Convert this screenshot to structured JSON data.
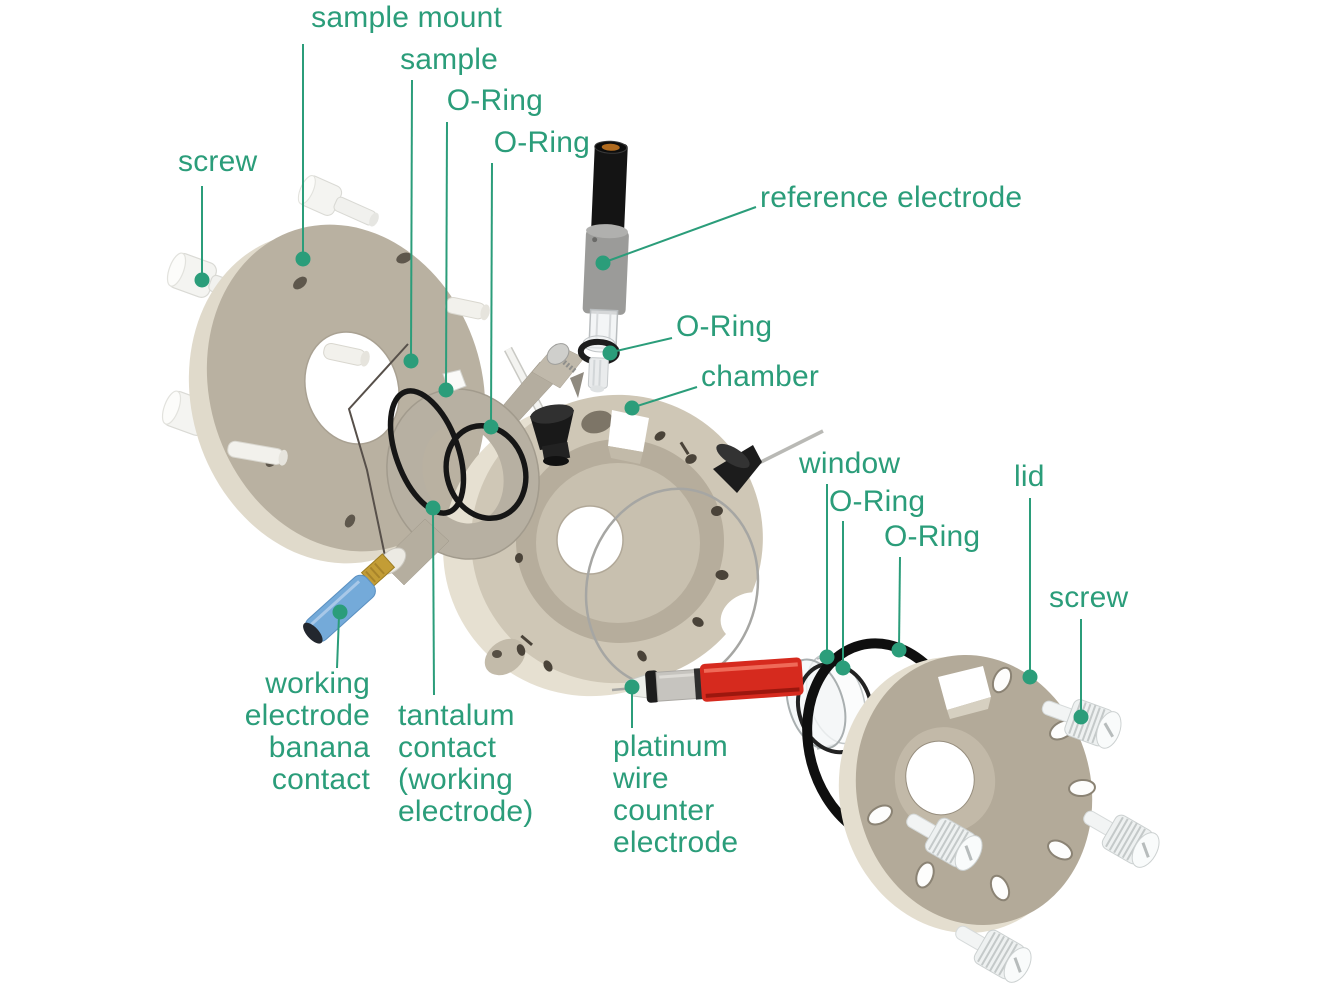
{
  "diagram": {
    "type": "exploded-assembly-diagram",
    "subject": "spectro-electrochemical cell parts"
  },
  "palette": {
    "accent_green": "#2B9D7A",
    "plastic_beige": "#CFC7B6",
    "plastic_beige_dark": "#B3AA99",
    "rim_light": "#E4DECF",
    "oring_black": "#161616",
    "banana_blue": "#74AAD9",
    "brass": "#C39D36",
    "wire_red": "#D62A1E",
    "glass_gray": "#C2C7C8",
    "nylon_white": "#F4F4F1"
  },
  "labels": {
    "sample_mount": "sample mount",
    "sample": "sample",
    "o_ring_1": "O-Ring",
    "o_ring_2": "O-Ring",
    "screw_left": "screw",
    "reference_electrode": "reference electrode",
    "o_ring_ref": "O-Ring",
    "chamber": "chamber",
    "window": "window",
    "o_ring_window": "O-Ring",
    "o_ring_lid": "O-Ring",
    "lid": "lid",
    "screw_right": "screw",
    "working_electrode": "working\nelectrode\nbanana\ncontact",
    "tantalum_contact": "tantalum\ncontact\n(working\nelectrode)",
    "platinum_wire": "platinum\nwire\ncounter\nelectrode"
  }
}
